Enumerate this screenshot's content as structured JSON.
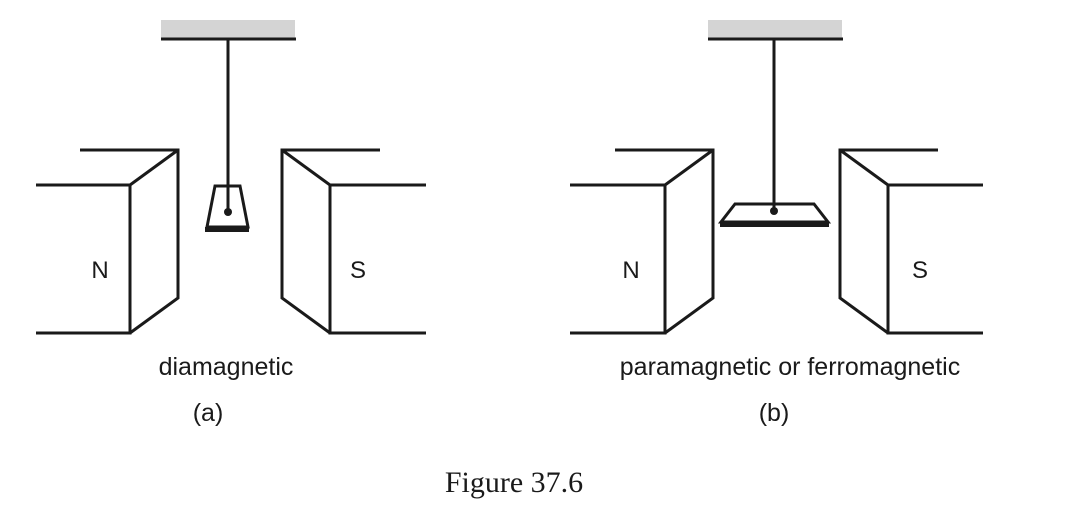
{
  "panels": [
    {
      "left_pole": "N",
      "right_pole": "S",
      "caption": "diamagnetic",
      "label": "(a)"
    },
    {
      "left_pole": "N",
      "right_pole": "S",
      "caption": "paramagnetic or ferromagnetic",
      "label": "(b)"
    }
  ],
  "figure_title": "Figure 37.6",
  "colors": {
    "ink": "#1a1a1a",
    "support": "#d4d4d4"
  }
}
